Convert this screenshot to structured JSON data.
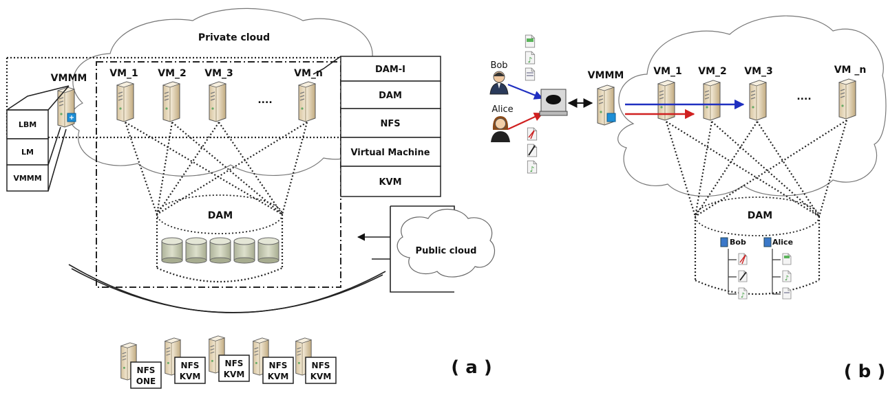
{
  "panel_a": {
    "private_cloud": "Private cloud",
    "vmmm": "VMMM",
    "vms": [
      "VM_1",
      "VM_2",
      "VM_3",
      "VM_n"
    ],
    "ellipsis": "....",
    "left_stack": [
      "LBM",
      "LM",
      "VMMM"
    ],
    "right_stack": [
      "DAM-I",
      "DAM",
      "NFS",
      "Virtual Machine",
      "KVM"
    ],
    "dam": "DAM",
    "public_cloud": "Public cloud",
    "nfs_servers": [
      [
        "NFS",
        "ONE"
      ],
      [
        "NFS",
        "KVM"
      ],
      [
        "NFS",
        "KVM"
      ],
      [
        "NFS",
        "KVM"
      ],
      [
        "NFS",
        "KVM"
      ]
    ],
    "caption": "( a )"
  },
  "panel_b": {
    "bob": "Bob",
    "alice": "Alice",
    "vmmm": "VMMM",
    "vms": [
      "VM_1",
      "VM_2",
      "VM_3",
      "VM _n"
    ],
    "ellipsis": "....",
    "dam": "DAM",
    "tree_bob": "Bob",
    "tree_alice": "Alice",
    "caption": "( b )"
  },
  "colors": {
    "server_light": "#efe3c8",
    "server_dark": "#c9b48a",
    "disk": "#c8ccb4",
    "arrow_blue": "#1f2fc0",
    "arrow_red": "#d02020",
    "vmmm_badge": "#1e8fd6"
  }
}
